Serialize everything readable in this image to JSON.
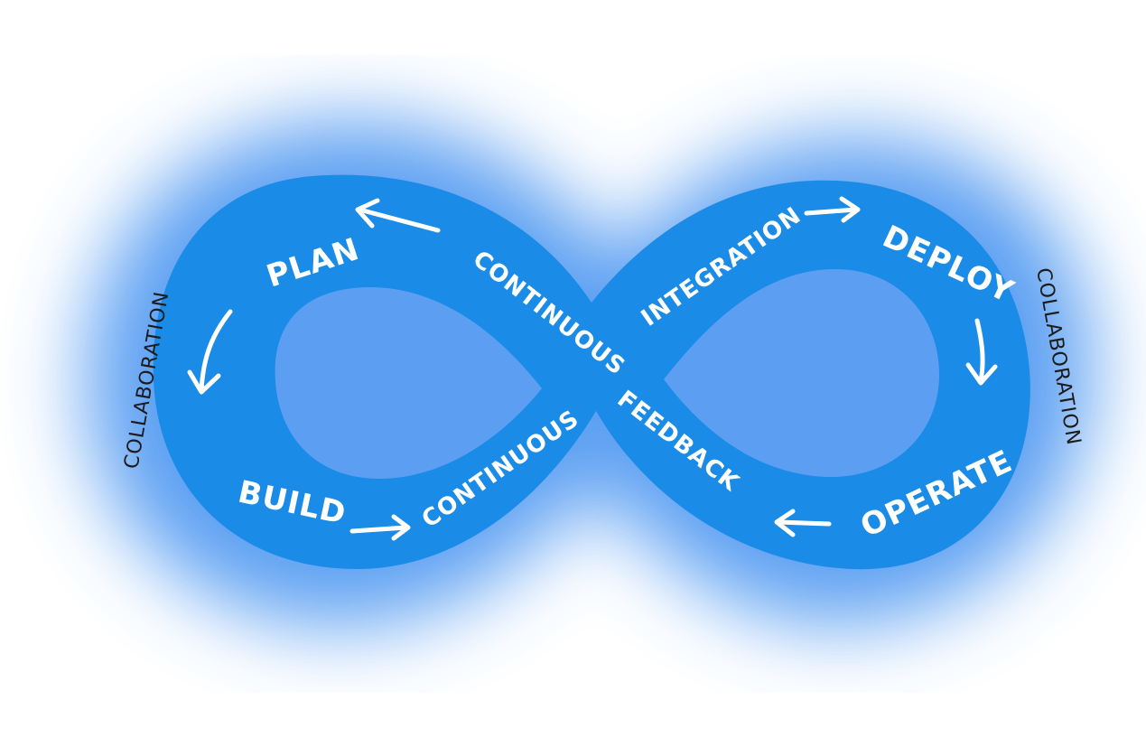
{
  "diagram": {
    "stages": {
      "plan": "PLAN",
      "build": "BUILD",
      "deploy": "DEPLOY",
      "operate": "OPERATE"
    },
    "continuous_top": "CONTINUOUS",
    "continuous_bottom": "CONTINUOUS",
    "integration": "INTEGRATION",
    "feedback": "FEEDBACK",
    "collaboration_left": "COLLABORATION",
    "collaboration_right": "COLLABORATION"
  },
  "colors": {
    "band": "#1a8be6",
    "glow": "#3f8ff0",
    "background": "#ffffff"
  }
}
